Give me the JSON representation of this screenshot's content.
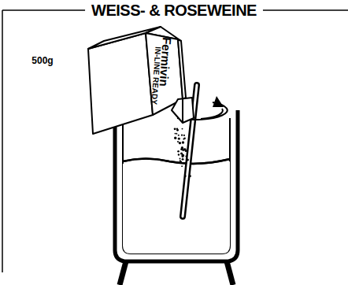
{
  "diagram": {
    "title": "WEISS- & ROSEWEINE",
    "labels": [
      "500g",
      "Fermivin",
      "IN-LINE READY"
    ]
  }
}
